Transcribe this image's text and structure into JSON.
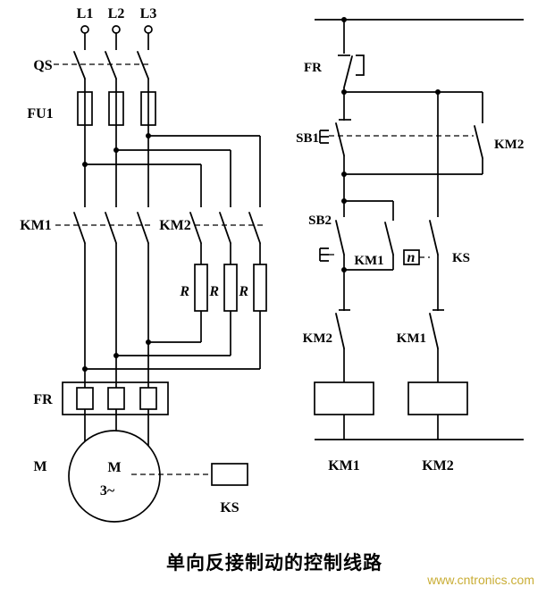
{
  "title": "单向反接制动的控制线路",
  "watermark": "www.cntronics.com",
  "main": {
    "phases": [
      "L1",
      "L2",
      "L3"
    ],
    "qs": "QS",
    "fu1": "FU1",
    "km1": "KM1",
    "km2": "KM2",
    "r": [
      "R",
      "R",
      "R"
    ],
    "fr": "FR",
    "motor_label": "M",
    "motor_m": "M",
    "motor_phase": "3~",
    "ks": "KS"
  },
  "control": {
    "fr": "FR",
    "sb1": "SB1",
    "km2_hold": "KM2",
    "sb2": "SB2",
    "km1_seal": "KM1",
    "n": "n",
    "ks": "KS",
    "km2_interlock": "KM2",
    "km1_interlock": "KM1",
    "km1_coil": "KM1",
    "km2_coil": "KM2"
  }
}
